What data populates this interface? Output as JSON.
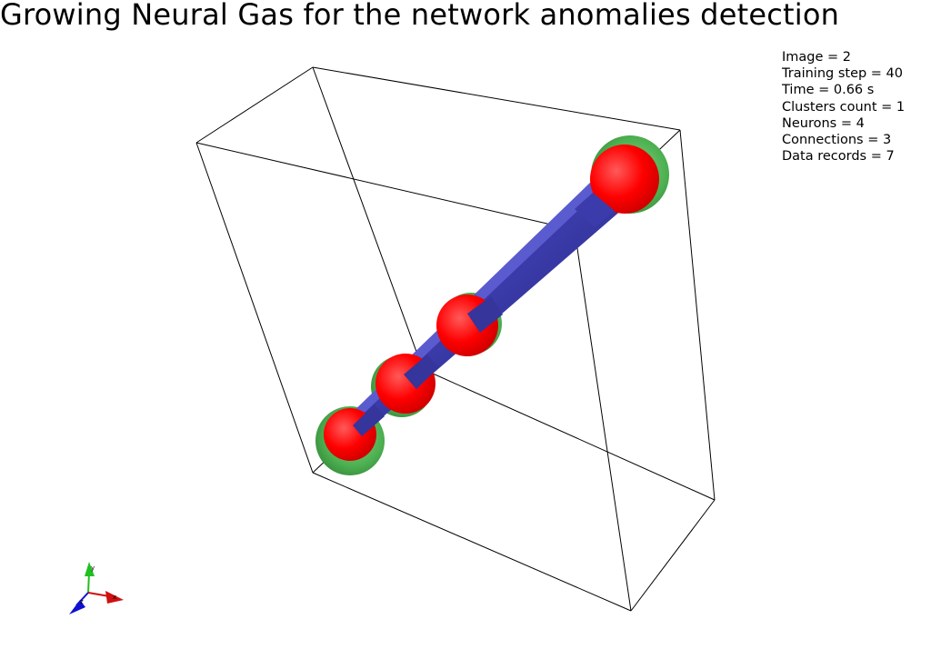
{
  "title": "Growing Neural Gas for the network anomalies detection",
  "info": [
    "Image = 2",
    "Training step = 40",
    "Time = 0.66 s",
    "Clusters count = 1",
    "Neurons = 4",
    "Connections = 3",
    "Data records = 7"
  ],
  "axes": {
    "x": "x",
    "y": "y",
    "z": "z"
  },
  "colors": {
    "neuron": "#ff0000",
    "data_record": "#4caf50",
    "connection": "#2f2f9a",
    "bounding_box": "#000000",
    "axis_x": "#d01010",
    "axis_y": "#20c020",
    "axis_z": "#1010d0"
  }
}
